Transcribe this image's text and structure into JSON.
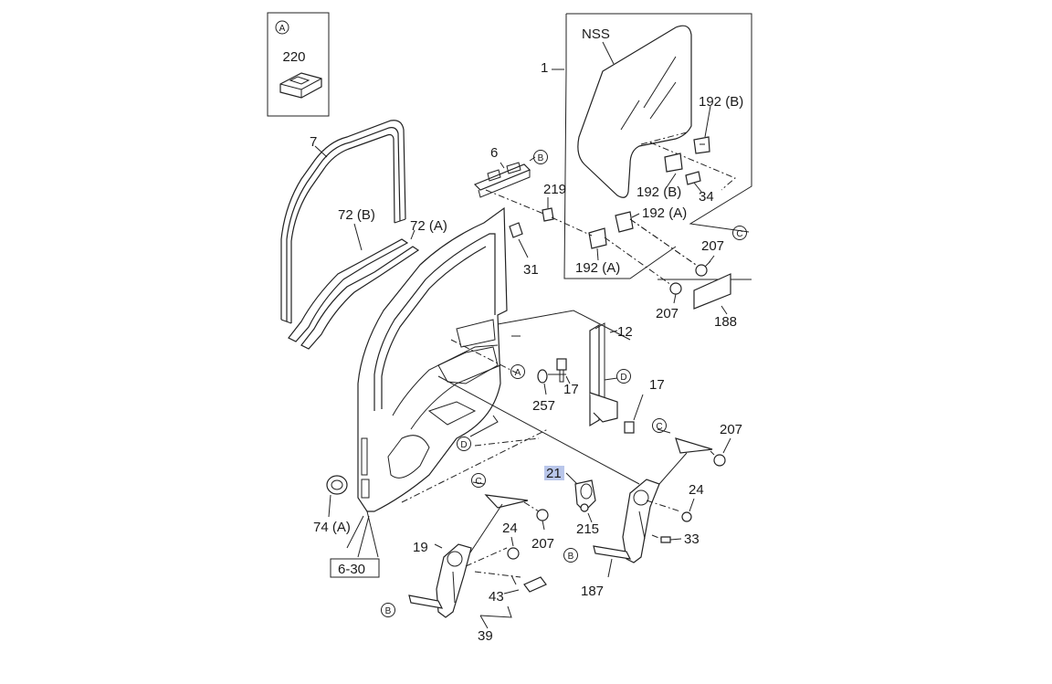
{
  "colors": {
    "background": "#ffffff",
    "ink": "#222222",
    "highlight": "#b9c6ea"
  },
  "inset": {
    "marker": "A",
    "number": "220"
  },
  "labels": {
    "nss": "NSS",
    "p1": "1",
    "p192b_top": "192 (B)",
    "p192b_mid": "192 (B)",
    "p34": "34",
    "p192a_right": "192 (A)",
    "p192a_left": "192 (A)",
    "p207_top": "207",
    "p207_bottom": "207",
    "p188": "188",
    "p6": "6",
    "p219": "219",
    "p31": "31",
    "p7": "7",
    "p72b": "72 (B)",
    "p72a": "72 (A)",
    "p12": "12",
    "p257": "257",
    "p17_left": "17",
    "p17_right": "17",
    "p207_right": "207",
    "p24_right": "24",
    "p21": "21",
    "p215": "215",
    "p33": "33",
    "p187": "187",
    "p74a": "74 (A)",
    "p6_30": "6-30",
    "p24_left": "24",
    "p207_left": "207",
    "p19": "19",
    "p43": "43",
    "p39": "39"
  },
  "markers": {
    "a": "A",
    "b": "B",
    "c": "C",
    "d": "D"
  }
}
